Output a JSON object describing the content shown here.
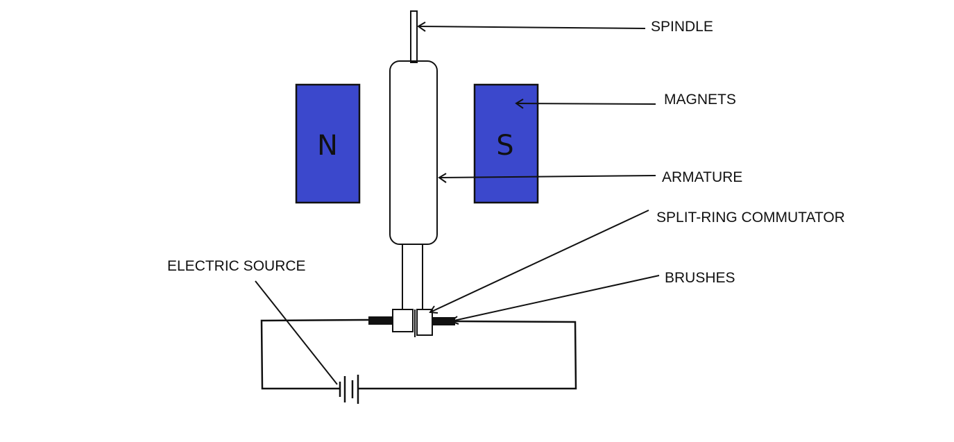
{
  "labels": {
    "spindle": "SPINDLE",
    "magnets": "MAGNETS",
    "armature": "ARMATURE",
    "commutator": "SPLIT-RING COMMUTATOR",
    "brushes": "BRUSHES",
    "source": "ELECTRIC SOURCE"
  },
  "poles": {
    "north": "N",
    "south": "S"
  },
  "colors": {
    "magnet_fill": "#3b48cc",
    "stroke": "#111111",
    "brush": "#111111"
  }
}
